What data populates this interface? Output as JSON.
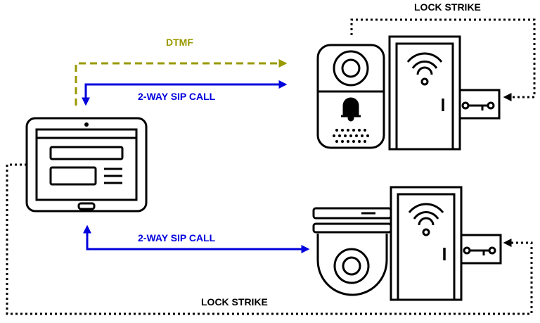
{
  "labels": {
    "dtmf": "DTMF",
    "sip_call_top": "2-WAY SIP CALL",
    "sip_call_bottom": "2-WAY SIP CALL",
    "lock_strike_top": "LOCK STRIKE",
    "lock_strike_bottom": "LOCK STRIKE"
  },
  "colors": {
    "dtmf": "#999900",
    "sip": "#0000dd",
    "lock": "#000000",
    "device": "#000000"
  },
  "icons": [
    "tablet-icon",
    "video-doorbell-icon",
    "door-with-wifi-icon",
    "lock-strike-key-icon",
    "dome-camera-icon"
  ]
}
